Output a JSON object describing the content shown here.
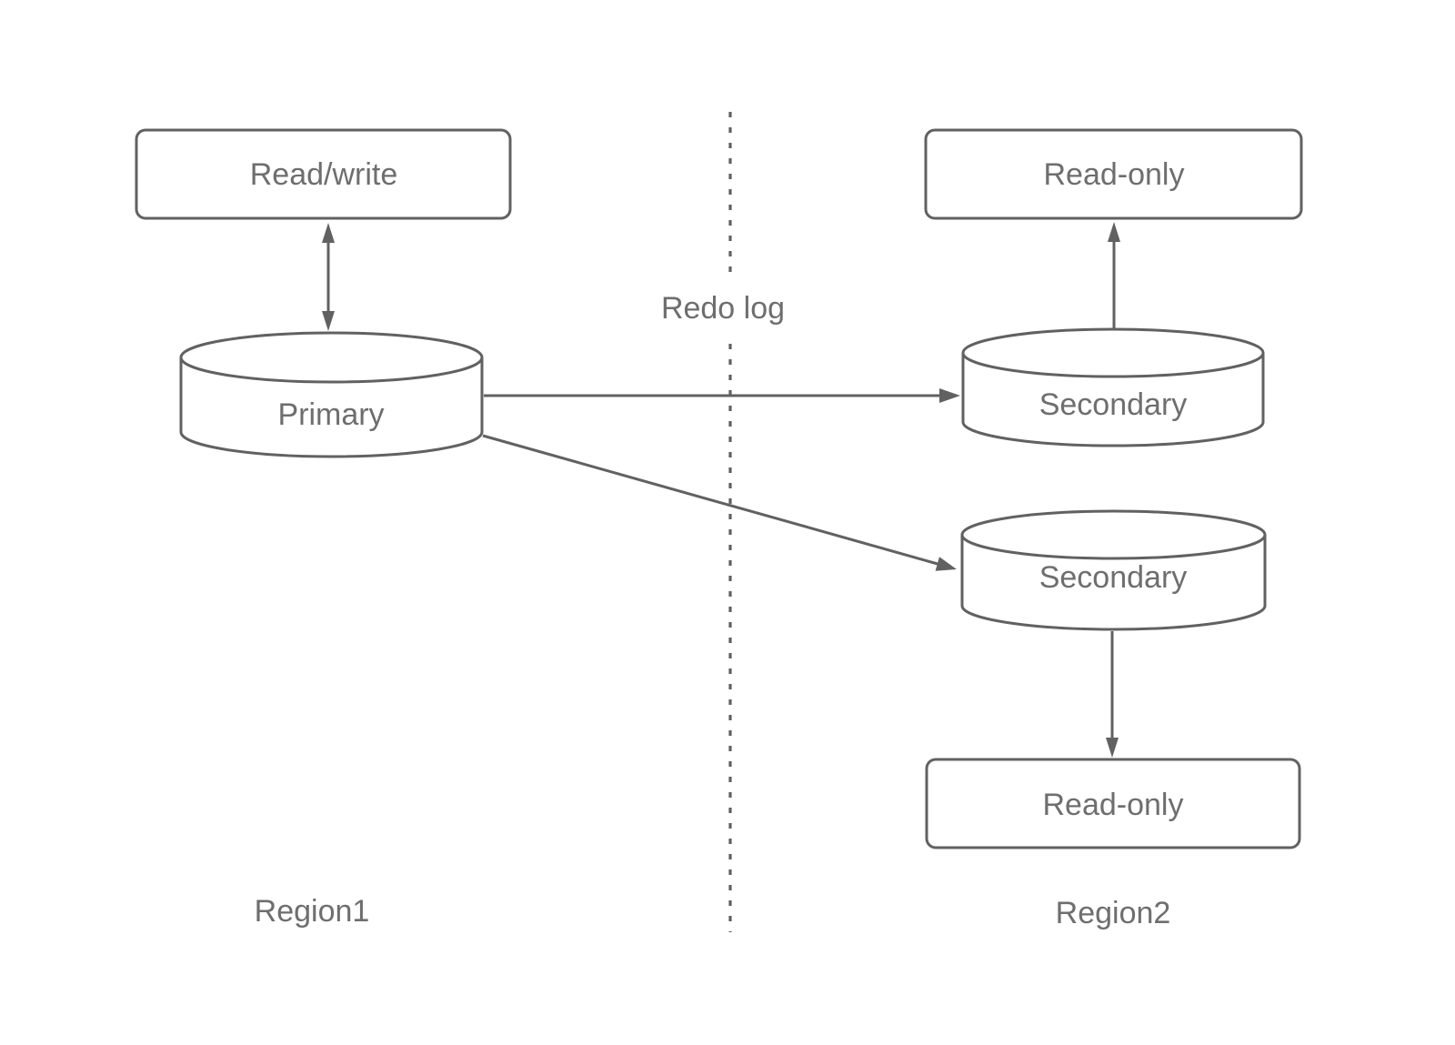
{
  "diagram": {
    "type": "cross-region-database-replication",
    "redo_log_label": "Redo log",
    "region1": {
      "label": "Region1",
      "access_box_label": "Read/write",
      "database_label": "Primary"
    },
    "region2": {
      "label": "Region2",
      "top_access_box_label": "Read-only",
      "top_database_label": "Secondary",
      "bottom_database_label": "Secondary",
      "bottom_access_box_label": "Read-only"
    },
    "connections": [
      "Read/write <-> Primary",
      "Primary -> Secondary (top)",
      "Primary -> Secondary (bottom)",
      "Secondary (top) -> Read-only (top)",
      "Secondary (bottom) -> Read-only (bottom)"
    ],
    "colors": {
      "stroke": "#616161",
      "text": "#6e6e6e",
      "background": "#ffffff"
    }
  }
}
